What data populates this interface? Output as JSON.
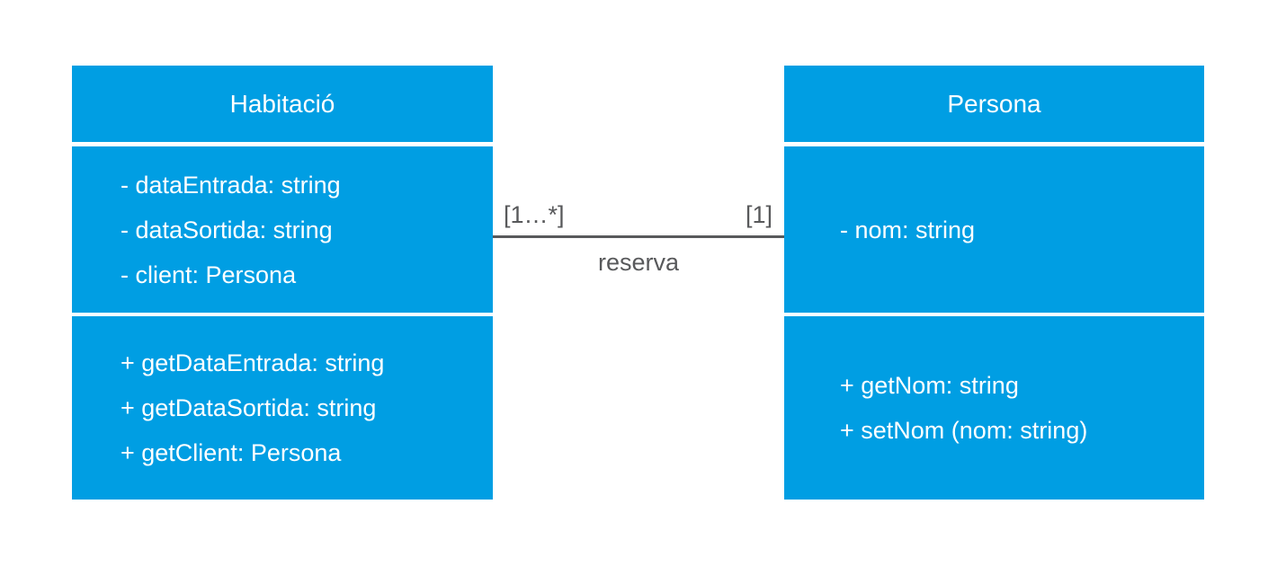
{
  "diagram": {
    "type": "uml-class-diagram",
    "colors": {
      "class_fill": "#009EE3",
      "class_text": "#FFFFFF",
      "association_line": "#58595B",
      "association_text": "#58595B",
      "background": "#FFFFFF"
    },
    "classes": [
      {
        "name": "Habitació",
        "attributes": [
          "- dataEntrada: string",
          "- dataSortida: string",
          "- client: Persona"
        ],
        "methods": [
          "+ getDataEntrada: string",
          "+ getDataSortida: string",
          "+ getClient: Persona"
        ]
      },
      {
        "name": "Persona",
        "attributes": [
          "- nom: string"
        ],
        "methods": [
          "+ getNom: string",
          "+ setNom (nom: string)"
        ]
      }
    ],
    "association": {
      "label": "reserva",
      "left_multiplicity": "[1…*]",
      "right_multiplicity": "[1]"
    }
  }
}
